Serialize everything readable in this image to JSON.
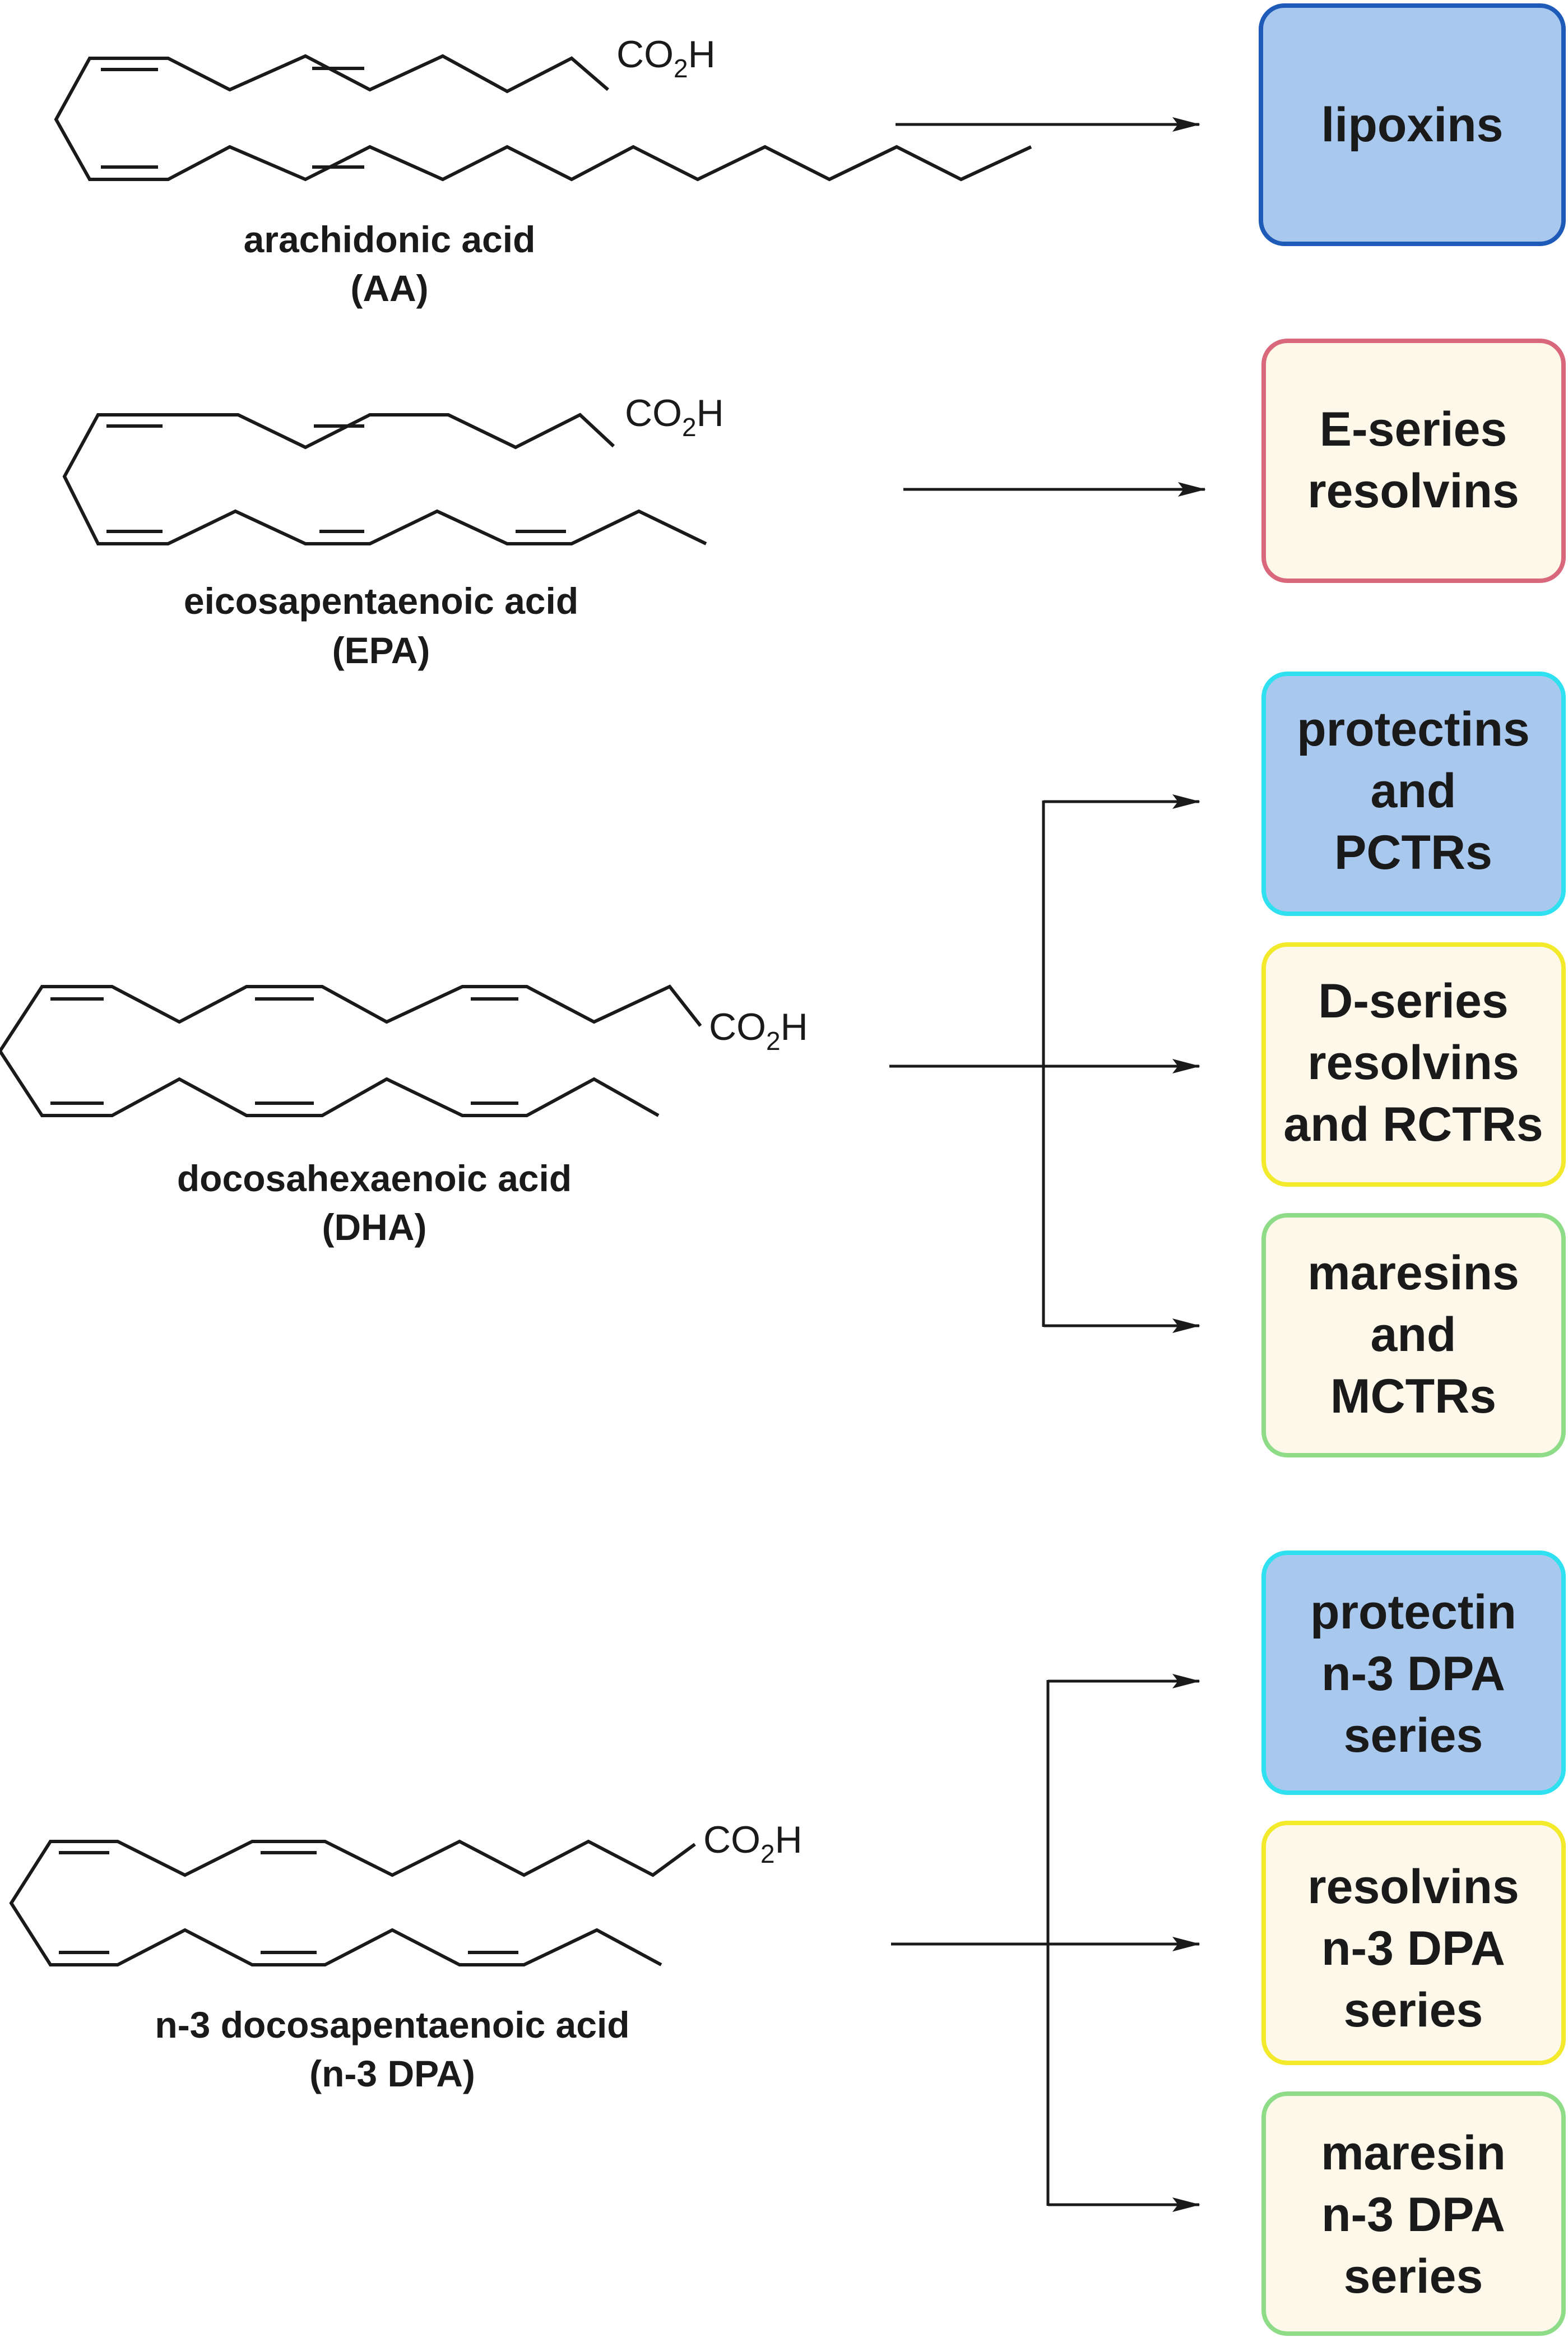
{
  "molecules": [
    {
      "name": "arachidonic acid",
      "abbr": "(AA)",
      "group": "CO2H"
    },
    {
      "name": "eicosapentaenoic acid",
      "abbr": "(EPA)",
      "group": "CO2H"
    },
    {
      "name": "docosahexaenoic acid",
      "abbr": "(DHA)",
      "group": "CO2H"
    },
    {
      "name": "n-3 docosapentaenoic acid",
      "abbr": "(n-3 DPA)",
      "group": "CO2H"
    }
  ],
  "products": [
    {
      "lines": [
        "lipoxins"
      ],
      "fill": "#a9c8ee",
      "border": "#1e5bb8"
    },
    {
      "lines": [
        "E-series",
        "resolvins"
      ],
      "fill": "#fdf8ea",
      "border": "#d9687c"
    },
    {
      "lines": [
        "protectins",
        "and",
        "PCTRs"
      ],
      "fill": "#a9c8ee",
      "border": "#2ee0f0"
    },
    {
      "lines": [
        "D-series",
        "resolvins",
        "and RCTRs"
      ],
      "fill": "#fdf8ea",
      "border": "#f2ea2a"
    },
    {
      "lines": [
        "maresins",
        "and",
        "MCTRs"
      ],
      "fill": "#fdf8ea",
      "border": "#8fdc88"
    },
    {
      "lines": [
        "protectin",
        "n-3 DPA",
        "series"
      ],
      "fill": "#a9c8ee",
      "border": "#2ee0f0"
    },
    {
      "lines": [
        "resolvins",
        "n-3 DPA",
        "series"
      ],
      "fill": "#fdf8ea",
      "border": "#f2ea2a"
    },
    {
      "lines": [
        "maresin",
        "n-3 DPA",
        "series"
      ],
      "fill": "#fdf8ea",
      "border": "#8fdc88"
    }
  ]
}
